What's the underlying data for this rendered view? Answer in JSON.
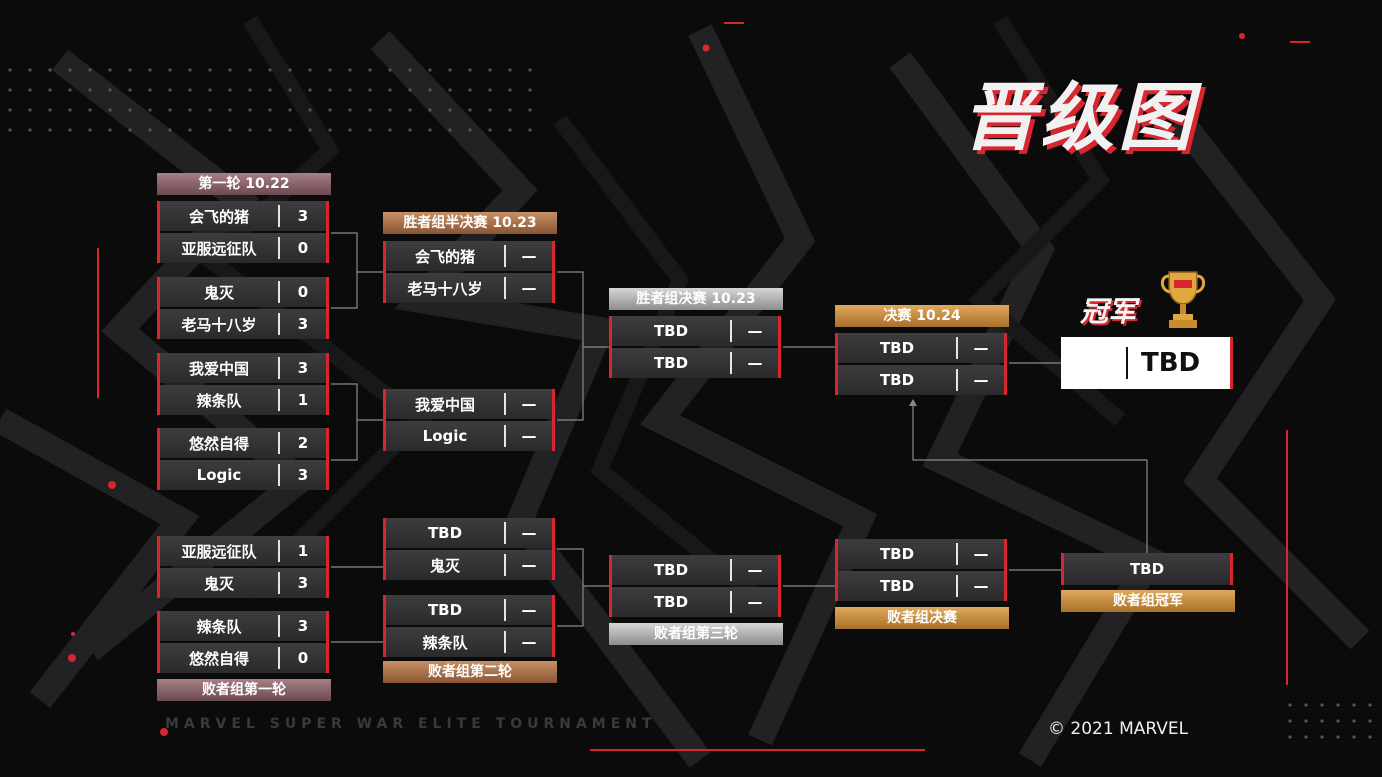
{
  "title": "晋级图",
  "rounds": {
    "r1_label": "第一轮 10.22",
    "wsemi_label": "胜者组半决赛 10.23",
    "wfinal_label": "胜者组决赛 10.23",
    "final_label": "决赛 10.24",
    "lb1_label": "败者组第一轮",
    "lb2_label": "败者组第二轮",
    "lb3_label": "败者组第三轮",
    "lbfinal_label": "败者组决赛",
    "lbchamp_label": "败者组冠军"
  },
  "matches": {
    "r1_m1": [
      {
        "name": "会飞的猪",
        "score": "3"
      },
      {
        "name": "亚服远征队",
        "score": "0"
      }
    ],
    "r1_m2": [
      {
        "name": "鬼灭",
        "score": "0"
      },
      {
        "name": "老马十八岁",
        "score": "3"
      }
    ],
    "r1_m3": [
      {
        "name": "我爱中国",
        "score": "3"
      },
      {
        "name": "辣条队",
        "score": "1"
      }
    ],
    "r1_m4": [
      {
        "name": "悠然自得",
        "score": "2"
      },
      {
        "name": "Logic",
        "score": "3"
      }
    ],
    "ws_m1": [
      {
        "name": "会飞的猪",
        "score": "—"
      },
      {
        "name": "老马十八岁",
        "score": "—"
      }
    ],
    "ws_m2": [
      {
        "name": "我爱中国",
        "score": "—"
      },
      {
        "name": "Logic",
        "score": "—"
      }
    ],
    "wf": [
      {
        "name": "TBD",
        "score": "—"
      },
      {
        "name": "TBD",
        "score": "—"
      }
    ],
    "final": [
      {
        "name": "TBD",
        "score": "—"
      },
      {
        "name": "TBD",
        "score": "—"
      }
    ],
    "lb1_m1": [
      {
        "name": "亚服远征队",
        "score": "1"
      },
      {
        "name": "鬼灭",
        "score": "3"
      }
    ],
    "lb1_m2": [
      {
        "name": "辣条队",
        "score": "3"
      },
      {
        "name": "悠然自得",
        "score": "0"
      }
    ],
    "lb2_m1": [
      {
        "name": "TBD",
        "score": "—"
      },
      {
        "name": "鬼灭",
        "score": "—"
      }
    ],
    "lb2_m2": [
      {
        "name": "TBD",
        "score": "—"
      },
      {
        "name": "辣条队",
        "score": "—"
      }
    ],
    "lb3": [
      {
        "name": "TBD",
        "score": "—"
      },
      {
        "name": "TBD",
        "score": "—"
      }
    ],
    "lbf": [
      {
        "name": "TBD",
        "score": "—"
      },
      {
        "name": "TBD",
        "score": "—"
      }
    ]
  },
  "lb_champion": "TBD",
  "champion": {
    "label": "冠军",
    "name": "TBD"
  },
  "footer": {
    "left": "MARVEL SUPER WAR ELITE TOURNAMENT",
    "right": "© 2021 MARVEL"
  },
  "colors": {
    "accent": "#d8262f",
    "row": "#333336",
    "gold": "#c8903f"
  }
}
